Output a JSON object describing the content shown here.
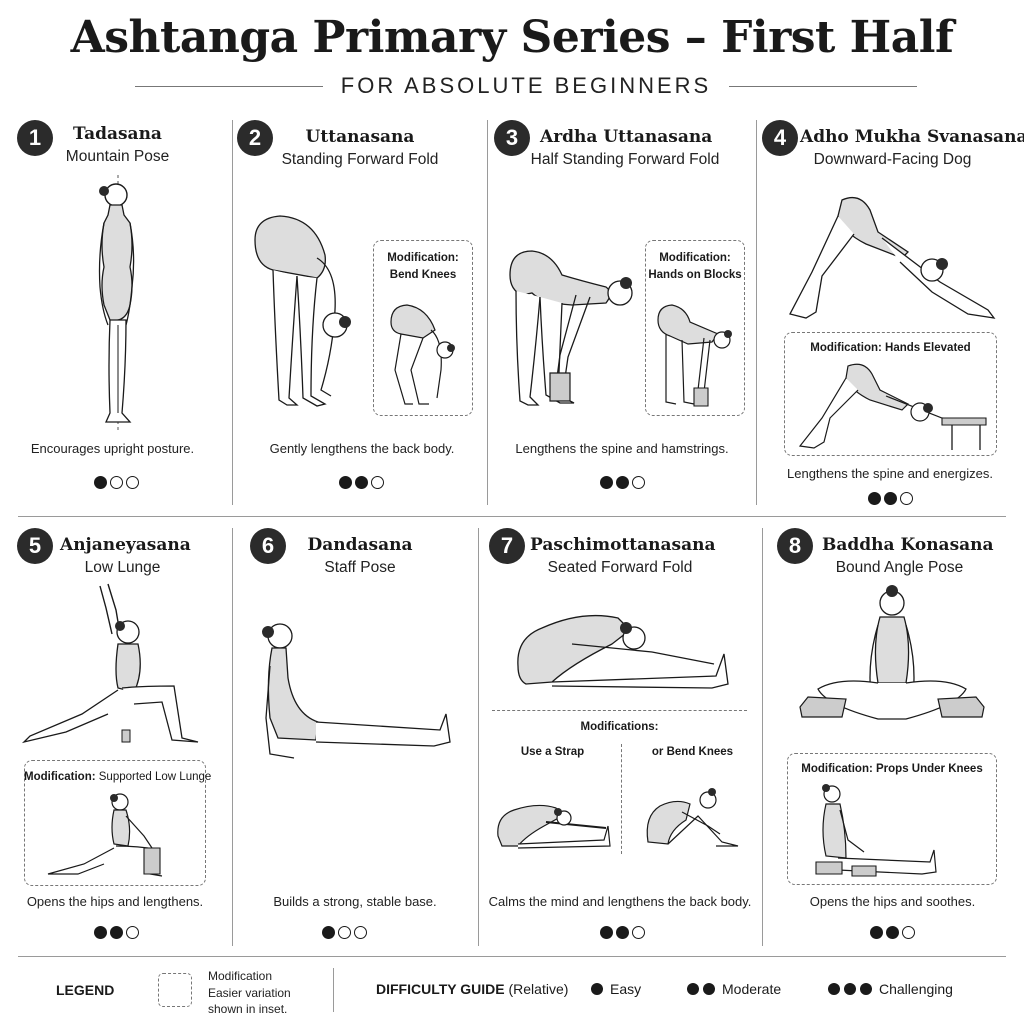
{
  "header": {
    "title": "Ashtanga Primary Series – First Half",
    "subtitle": "FOR ABSOLUTE BEGINNERS"
  },
  "poses": [
    {
      "num": "1",
      "name": "Tadasana",
      "english": "Mountain Pose",
      "description": "Encourages upright posture.",
      "difficulty": 1
    },
    {
      "num": "2",
      "name": "Uttanasana",
      "english": "Standing Forward Fold",
      "description": "Gently lengthens the back body.",
      "difficulty": 2,
      "modification": {
        "title": "Modification:",
        "detail": "Bend Knees"
      }
    },
    {
      "num": "3",
      "name": "Ardha Uttanasana",
      "english": "Half Standing Forward Fold",
      "description": "Lengthens the spine and hamstrings.",
      "difficulty": 2,
      "modification": {
        "title": "Modification:",
        "detail": "Hands on Blocks"
      }
    },
    {
      "num": "4",
      "name": "Adho Mukha Svanasana",
      "english": "Downward-Facing Dog",
      "description": "Lengthens the spine and energizes.",
      "difficulty": 2,
      "modification": {
        "title": "Modification:",
        "detail": "Hands Elevated"
      }
    },
    {
      "num": "5",
      "name": "Anjaneyasana",
      "english": "Low Lunge",
      "description": "Opens the hips and lengthens.",
      "difficulty": 2,
      "modification": {
        "title": "Modification:",
        "detail": "Supported Low Lunge"
      }
    },
    {
      "num": "6",
      "name": "Dandasana",
      "english": "Staff Pose",
      "description": "Builds a strong, stable base.",
      "difficulty": 1
    },
    {
      "num": "7",
      "name": "Paschimottanasana",
      "english": "Seated Forward Fold",
      "description": "Calms the mind and lengthens the back body.",
      "difficulty": 2,
      "modification": {
        "title": "Modifications:",
        "option_a": "Use a Strap",
        "option_b": "or Bend Knees"
      }
    },
    {
      "num": "8",
      "name": "Baddha Konasana",
      "english": "Bound Angle Pose",
      "description": "Opens the hips and soothes.",
      "difficulty": 2,
      "modification": {
        "title": "Modification:",
        "detail": "Props Under Knees"
      }
    }
  ],
  "difficulty_scale_max": 3,
  "legend": {
    "title": "LEGEND",
    "line1": "Modification",
    "line2": "Easier variation",
    "line3": "shown in inset.",
    "guide_title": "DIFFICULTY GUIDE",
    "guide_note": "(Relative)",
    "easy": "Easy",
    "moderate": "Moderate",
    "challenging": "Challenging"
  },
  "colors": {
    "ink": "#1a1a1a",
    "badge": "#2b2b2b",
    "divider": "#9a9a9a"
  }
}
